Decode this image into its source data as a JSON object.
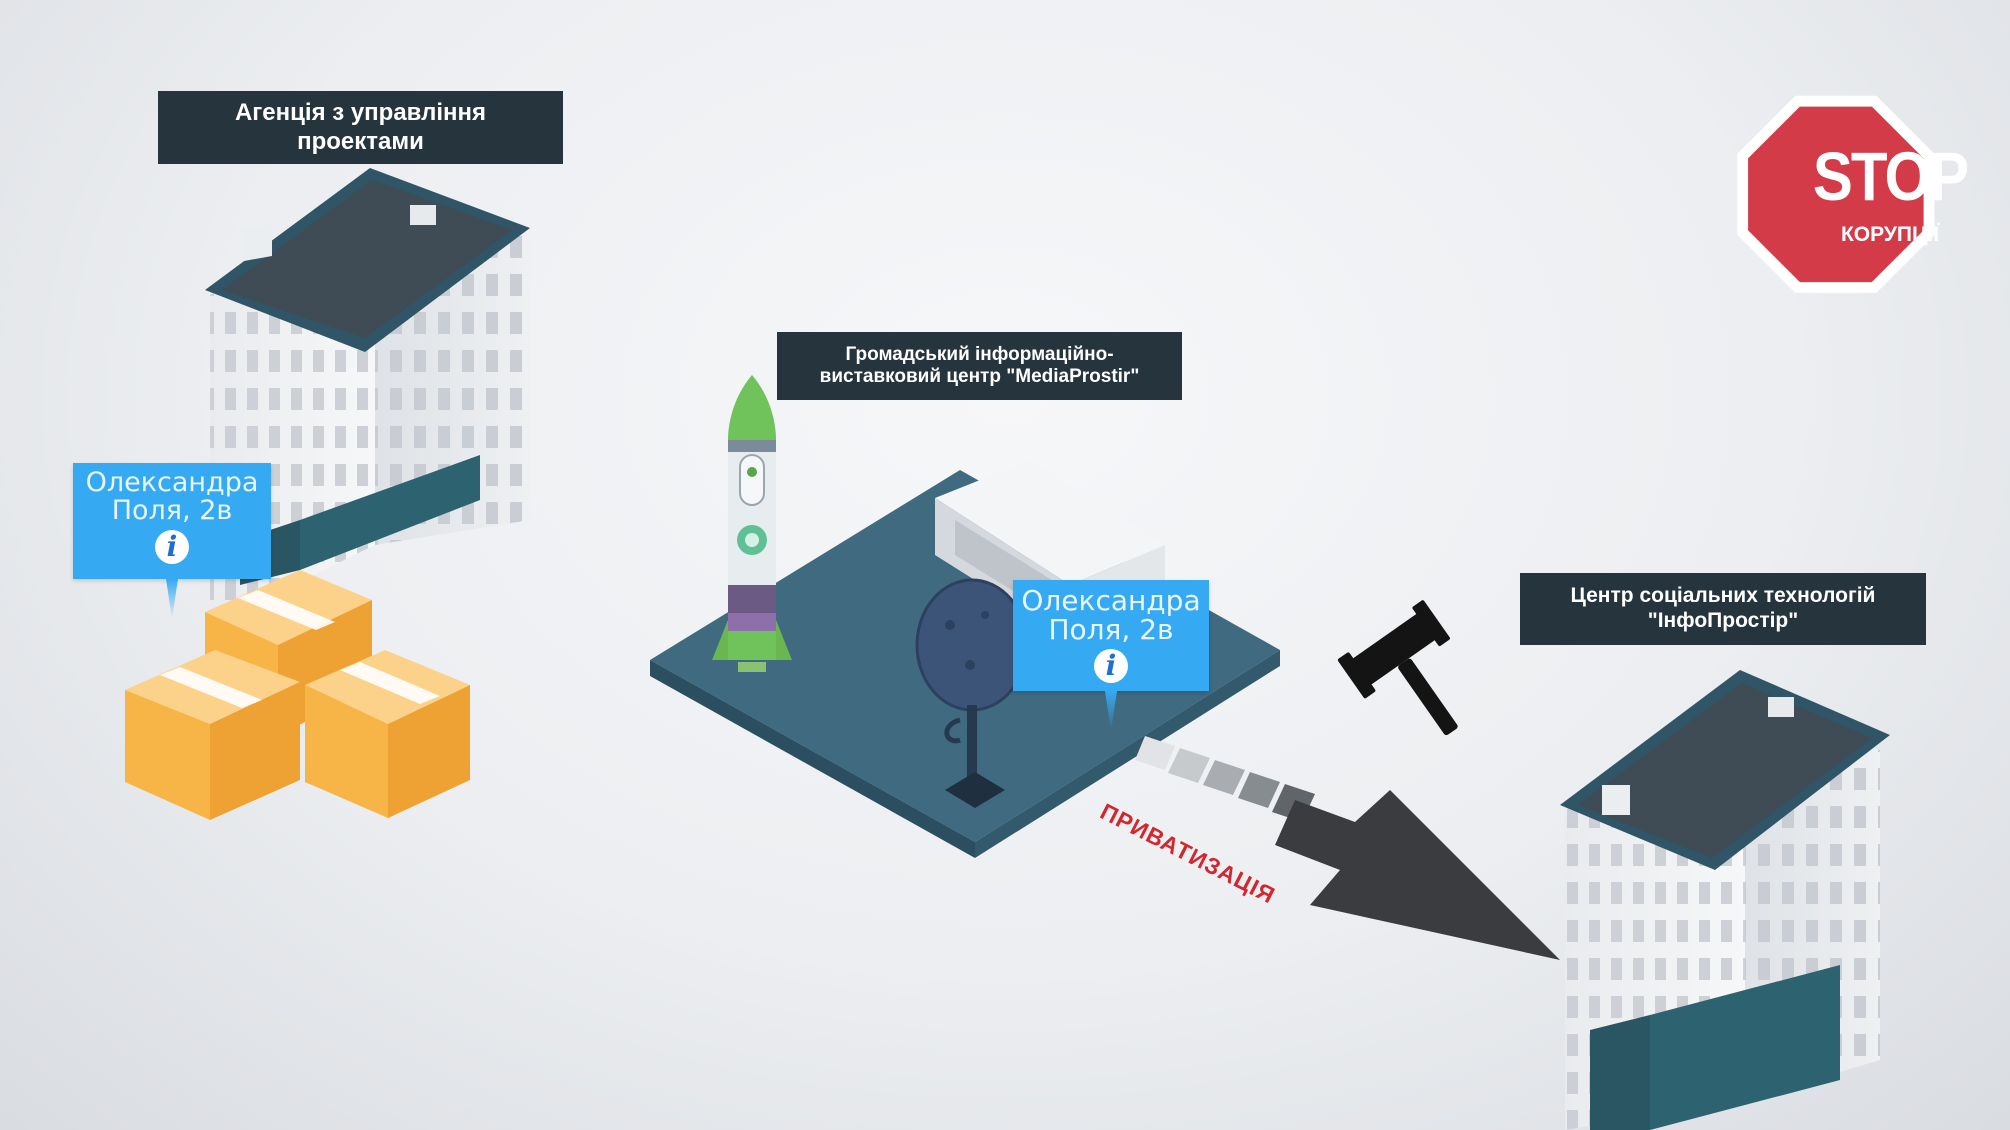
{
  "labels": {
    "agency": [
      "Агенція з управління",
      "проектами"
    ],
    "center": [
      "Громадський інформаційно-",
      "виставковий центр \"MediaProstir\""
    ],
    "social": [
      "Центр соціальних технологій",
      "\"ІнфоПростір\""
    ]
  },
  "pins": {
    "left": [
      "Олександра",
      "Поля, 2в"
    ],
    "middle": [
      "Олександра",
      "Поля, 2в"
    ],
    "info_glyph": "i"
  },
  "arrow_label": "ПРИВАТИЗАЦІЯ",
  "stop_sign": {
    "top": "STOP",
    "bottom": "КОРУПЦІЇ"
  },
  "icons": [
    "stop-sign-icon",
    "gavel-icon",
    "rocket-icon",
    "info-icon",
    "box-icon",
    "building-icon"
  ],
  "colors": {
    "label_bg": "#26343e",
    "pin_bg": "#35aaf2",
    "platform": "#3f6a80",
    "stop_red": "#d33b49",
    "box_yellow": "#f7b547"
  }
}
